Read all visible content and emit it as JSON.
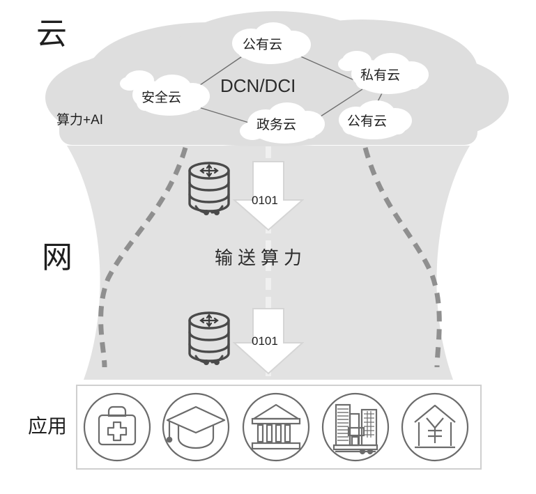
{
  "diagram": {
    "tiers": [
      {
        "id": "cloud",
        "label": "云"
      },
      {
        "id": "net",
        "label": "网"
      },
      {
        "id": "app",
        "label": "应用"
      }
    ],
    "cloud_layer": {
      "center_label": "DCN/DCI",
      "capability_label": "算力+AI",
      "nodes": [
        {
          "id": "public-cloud-top",
          "label": "公有云"
        },
        {
          "id": "security-cloud",
          "label": "安全云"
        },
        {
          "id": "private-cloud",
          "label": "私有云"
        },
        {
          "id": "government-cloud",
          "label": "政务云"
        },
        {
          "id": "public-cloud-right",
          "label": "公有云"
        }
      ],
      "links": [
        {
          "from": "security-cloud",
          "to": "public-cloud-top"
        },
        {
          "from": "public-cloud-top",
          "to": "private-cloud"
        },
        {
          "from": "security-cloud",
          "to": "government-cloud"
        },
        {
          "from": "government-cloud",
          "to": "private-cloud"
        },
        {
          "from": "private-cloud",
          "to": "public-cloud-right"
        }
      ]
    },
    "net_layer": {
      "transport_label": "输送算力",
      "flows": [
        {
          "id": "flow-upper",
          "bits_label": "0101",
          "icon": "database-stack-icon"
        },
        {
          "id": "flow-lower",
          "bits_label": "0101",
          "icon": "database-stack-icon"
        }
      ]
    },
    "app_layer": {
      "icons": [
        {
          "id": "healthcare",
          "icon": "medical-kit-icon"
        },
        {
          "id": "education",
          "icon": "graduation-cap-icon"
        },
        {
          "id": "government",
          "icon": "bank-building-icon"
        },
        {
          "id": "enterprise",
          "icon": "city-buildings-icon"
        },
        {
          "id": "finance",
          "icon": "house-yuan-icon"
        }
      ]
    },
    "colors": {
      "cloud_fill": "#dedede",
      "net_fill": "#e2e2e2",
      "node_fill": "#ffffff",
      "link_stroke": "#6e6e6e",
      "dashed_stroke": "#8f8f8f",
      "icon_stroke": "#5d5d5d",
      "arrow_stroke": "#d5d5d5",
      "app_box_border": "#cfcfcf",
      "text": "#1f1f1f"
    }
  }
}
